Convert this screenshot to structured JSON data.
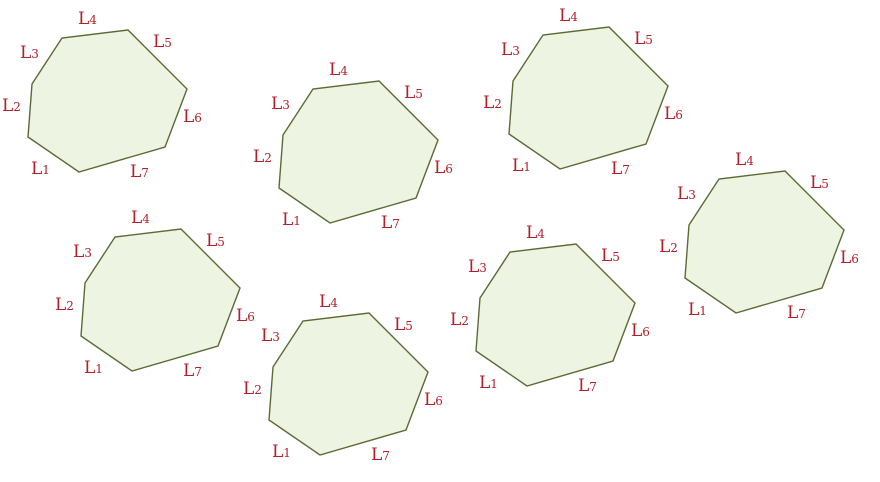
{
  "labels": [
    "L1",
    "L2",
    "L3",
    "L4",
    "L5",
    "L6",
    "L7"
  ],
  "label_color": "#b3202a",
  "fill_color": "#eef4e2",
  "stroke_color": "#5a6b35",
  "heptagon_count": 7
}
